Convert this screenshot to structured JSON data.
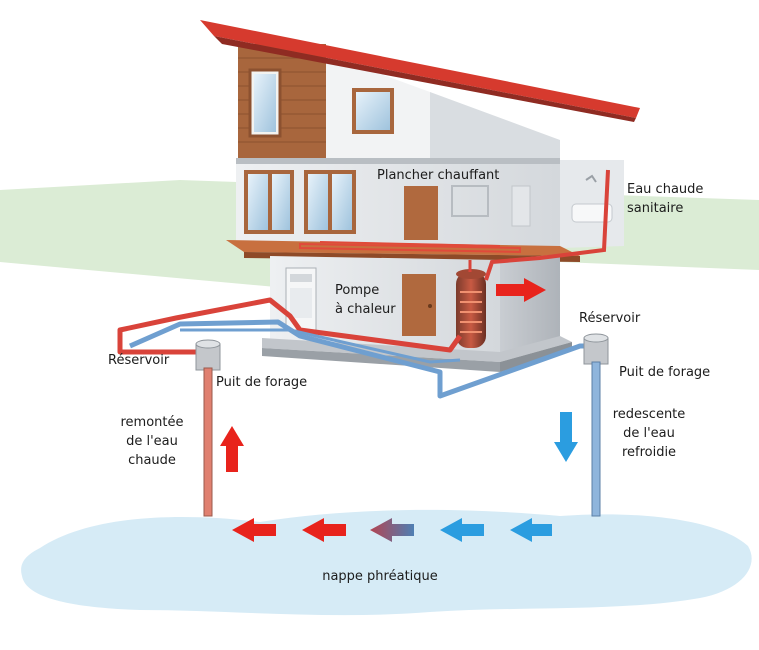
{
  "labels": {
    "plancher": "Plancher chauffant",
    "eau_chaude_1": "Eau chaude",
    "eau_chaude_2": "sanitaire",
    "pompe_1": "Pompe",
    "pompe_2": "à chaleur",
    "reservoir_left": "Réservoir",
    "reservoir_right": "Réservoir",
    "puits_left": "Puit de forage",
    "puits_right": "Puit de forage",
    "remontee_1": "remontée",
    "remontee_2": "de l'eau",
    "remontee_3": "chaude",
    "redescente_1": "redescente",
    "redescente_2": "de l'eau",
    "redescente_3": "refroidie",
    "nappe": "nappe phréatique"
  },
  "colors": {
    "hot_pipe": "#d9433a",
    "cold_pipe": "#6f9fd0",
    "hot_arrow": "#e8231c",
    "cold_arrow": "#2b9de0",
    "aquifer": "#d9ecf6",
    "ground": "#d7ead2",
    "roof": "#d63a2e",
    "wood": "#a8663d"
  },
  "icons": [
    "hot-water-arrow",
    "cold-water-arrow",
    "heat-pump-unit",
    "hot-water-tank",
    "reservoir-cap"
  ]
}
